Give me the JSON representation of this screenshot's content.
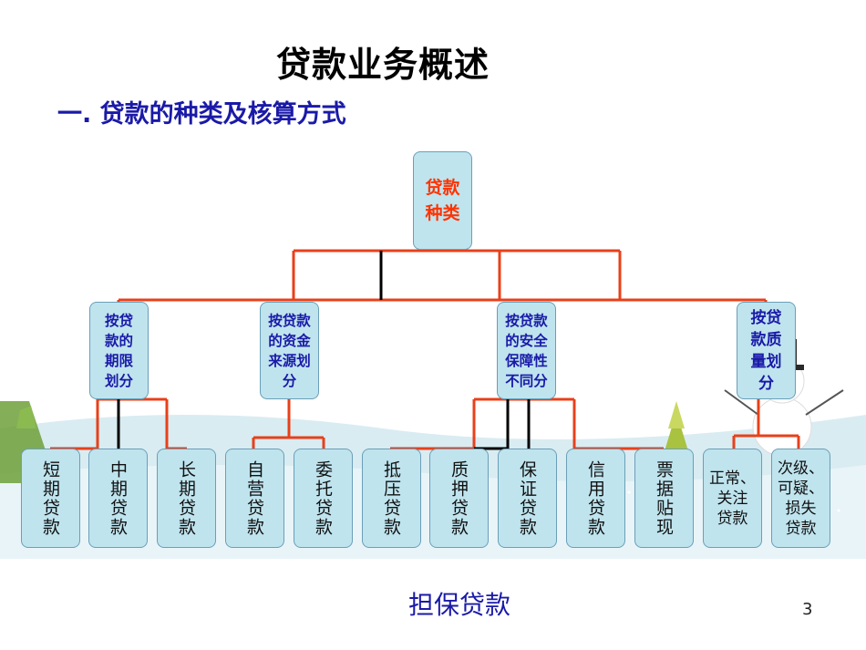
{
  "title": "贷款业务概述",
  "subtitle": "一. 贷款的种类及核算方式",
  "root": "贷款\n种类",
  "categories": [
    {
      "label": "按贷\n款的\n期限\n划分"
    },
    {
      "label": "按贷款\n的资金\n来源划\n分"
    },
    {
      "label": "按贷款\n的安全\n保障性\n不同分"
    },
    {
      "label": "按贷\n款质\n量划\n分"
    }
  ],
  "leaves": [
    "短期贷款",
    "中期贷款",
    "长期贷款",
    "自营贷款",
    "委托贷款",
    "抵压贷款",
    "质押贷款",
    "保证贷款",
    "信用贷款",
    "票据贴现",
    "正常、\n关注\n贷款",
    "次级、\n可疑、\n损失\n贷款"
  ],
  "bottom_label": "担保贷款",
  "page_number": "3",
  "colors": {
    "connector": "#e8401a",
    "guarantee_connector": "#000000",
    "box": "#bfe4ee",
    "root_text": "#ff3300",
    "category_text": "#1a1aa8"
  }
}
